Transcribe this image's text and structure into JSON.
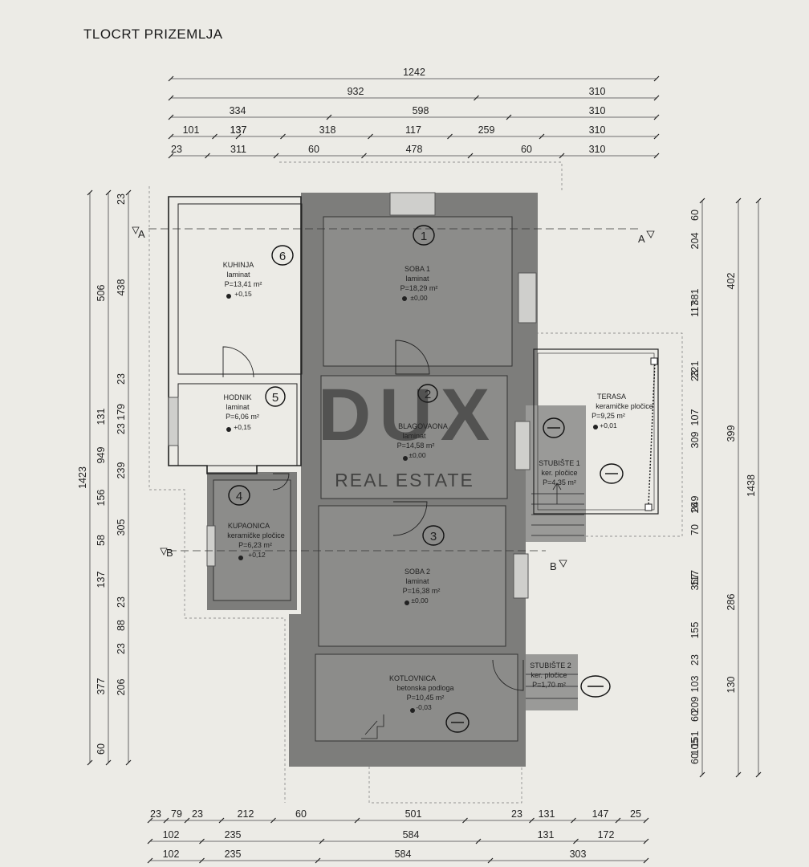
{
  "title": "TLOCRT PRIZEMLJA",
  "watermark": {
    "brand": "DUX",
    "tagline": "REAL ESTATE"
  },
  "sections": {
    "a_left": "A",
    "a_right": "A",
    "b_left": "B",
    "b_right": "B"
  },
  "rooms": [
    {
      "number": "6",
      "name": "KUHINJA",
      "floor": "laminat",
      "area": "P=13,41 m²",
      "level": "+0,15"
    },
    {
      "number": "1",
      "name": "SOBA 1",
      "floor": "laminat",
      "area": "P=18,29 m²",
      "level": "±0,00"
    },
    {
      "number": "5",
      "name": "HODNIK",
      "floor": "laminat",
      "area": "P=6,06 m²",
      "level": "+0,15"
    },
    {
      "number": "2",
      "name": "BLAGOVAONA",
      "floor": "laminat",
      "area": "P=14,58 m²",
      "level": "±0,00"
    },
    {
      "number": "4",
      "name": "KUPAONICA",
      "floor": "keramičke pločice",
      "area": "P=6,23 m²",
      "level": "+0,12"
    },
    {
      "number": "3",
      "name": "SOBA 2",
      "floor": "laminat",
      "area": "P=16,38 m²",
      "level": "±0,00"
    },
    {
      "number": "",
      "name": "KOTLOVNICA",
      "floor": "betonska podloga",
      "area": "P=10,45 m²",
      "level": "-0,03"
    },
    {
      "number": "",
      "name": "TERASA",
      "floor": "keramičke pločice",
      "area": "P=9,25 m²",
      "level": "+0,01"
    },
    {
      "number": "",
      "name": "STUBIŠTE 1",
      "floor": "ker. pločice",
      "area": "P=4,35 m²",
      "level": ""
    },
    {
      "number": "",
      "name": "STUBIŠTE 2",
      "floor": "ker. pločice",
      "area": "P=1,70 m²",
      "level": ""
    }
  ],
  "dimensions": {
    "top_row1": [
      "1242"
    ],
    "top_row2": [
      "932",
      "310"
    ],
    "top_row3": [
      "334",
      "598",
      "310"
    ],
    "top_row4": [
      "101",
      "137",
      "137",
      "318",
      "117",
      "259",
      "310"
    ],
    "top_row5": [
      "23",
      "311",
      "60",
      "478",
      "60",
      "310"
    ],
    "left_col1": [
      "1423"
    ],
    "left_col2": [
      "506",
      "131",
      "949",
      "156",
      "58",
      "137",
      "377",
      "60"
    ],
    "left_col3": [
      "23",
      "438",
      "23",
      "23 179",
      "239",
      "305",
      "23",
      "88",
      "23",
      "206"
    ],
    "right_col1": [
      "60",
      "204",
      "381",
      "117",
      "221",
      "23",
      "107",
      "309",
      "16",
      "249",
      "357",
      "70",
      "117",
      "155",
      "23",
      "209",
      "103",
      "60",
      "60",
      "105",
      "151"
    ],
    "right_col2": [
      "402",
      "399",
      "286",
      "130"
    ],
    "right_col3": [
      "1438"
    ],
    "bottom_row1": [
      "23",
      "79",
      "23",
      "212",
      "60",
      "501",
      "23",
      "131",
      "147",
      "25"
    ],
    "bottom_row2": [
      "102",
      "235",
      "584",
      "131",
      "172"
    ],
    "bottom_row3": [
      "102",
      "235",
      "584",
      "303"
    ]
  }
}
